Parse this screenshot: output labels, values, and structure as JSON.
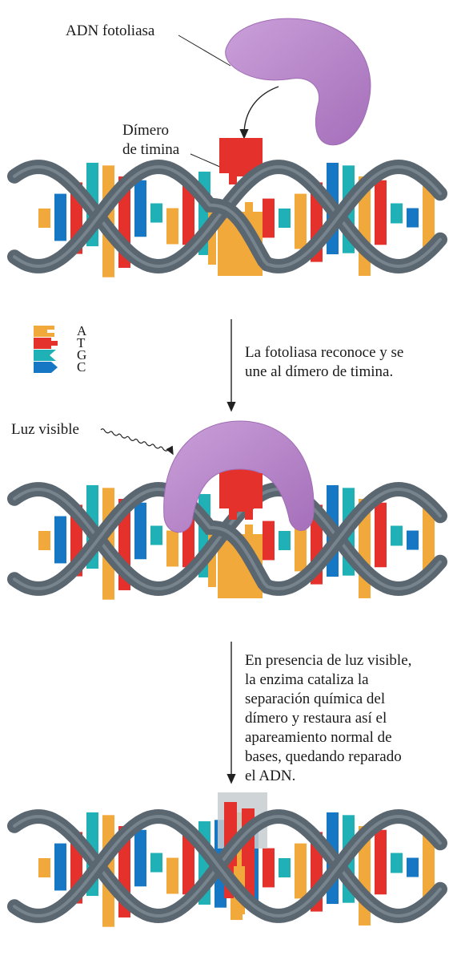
{
  "labels": {
    "enzyme": "ADN fotoliasa",
    "dimer_line1": "Dímero",
    "dimer_line2": "de timina",
    "light": "Luz visible"
  },
  "legend": [
    {
      "letter": "A",
      "color": "#f2a93b",
      "icon": "adenine-base-icon"
    },
    {
      "letter": "T",
      "color": "#e5312b",
      "icon": "thymine-base-icon"
    },
    {
      "letter": "G",
      "color": "#1fb1b5",
      "icon": "guanine-base-icon"
    },
    {
      "letter": "C",
      "color": "#1677c4",
      "icon": "cytosine-base-icon"
    }
  ],
  "steps": {
    "step1": [
      "La fotoliasa reconoce y se",
      "une al dímero de timina."
    ],
    "step2": [
      "En presencia de luz visible,",
      "la enzima cataliza la",
      "separación química del",
      "dímero y restaura así el",
      "apareamiento normal de",
      "bases, quedando reparado",
      "el ADN."
    ]
  },
  "colors": {
    "backbone": "#5a6670",
    "backbone_highlight": "#8a96a0",
    "enzyme": "#b784c9",
    "orange": "#f2a93b",
    "red": "#e5312b",
    "teal": "#1fb1b5",
    "blue": "#1677c4",
    "repaired_segment": "#c7ccd0"
  }
}
